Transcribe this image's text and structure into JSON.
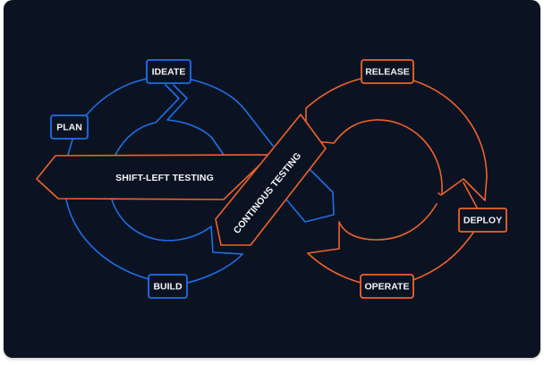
{
  "diagram": {
    "title": "DevOps infinity loop with shift-left and continuous testing",
    "colors": {
      "background": "#0b1322",
      "dev_loop": "#1f6fe8",
      "ops_loop": "#f0622a",
      "text": "#f4f4f5"
    },
    "dev_loop": {
      "color_name": "blue",
      "stages": [
        {
          "id": "plan",
          "label": "PLAN"
        },
        {
          "id": "ideate",
          "label": "IDEATE"
        },
        {
          "id": "build",
          "label": "BUILD"
        }
      ]
    },
    "ops_loop": {
      "color_name": "orange",
      "stages": [
        {
          "id": "release",
          "label": "RELEASE"
        },
        {
          "id": "deploy",
          "label": "DEPLOY"
        },
        {
          "id": "operate",
          "label": "OPERATE"
        }
      ]
    },
    "arrows": {
      "shift_left": {
        "label": "SHIFT-LEFT TESTING",
        "direction": "left"
      },
      "continuous": {
        "label": "CONTINOUS TESTING",
        "direction": "down-left"
      }
    }
  }
}
